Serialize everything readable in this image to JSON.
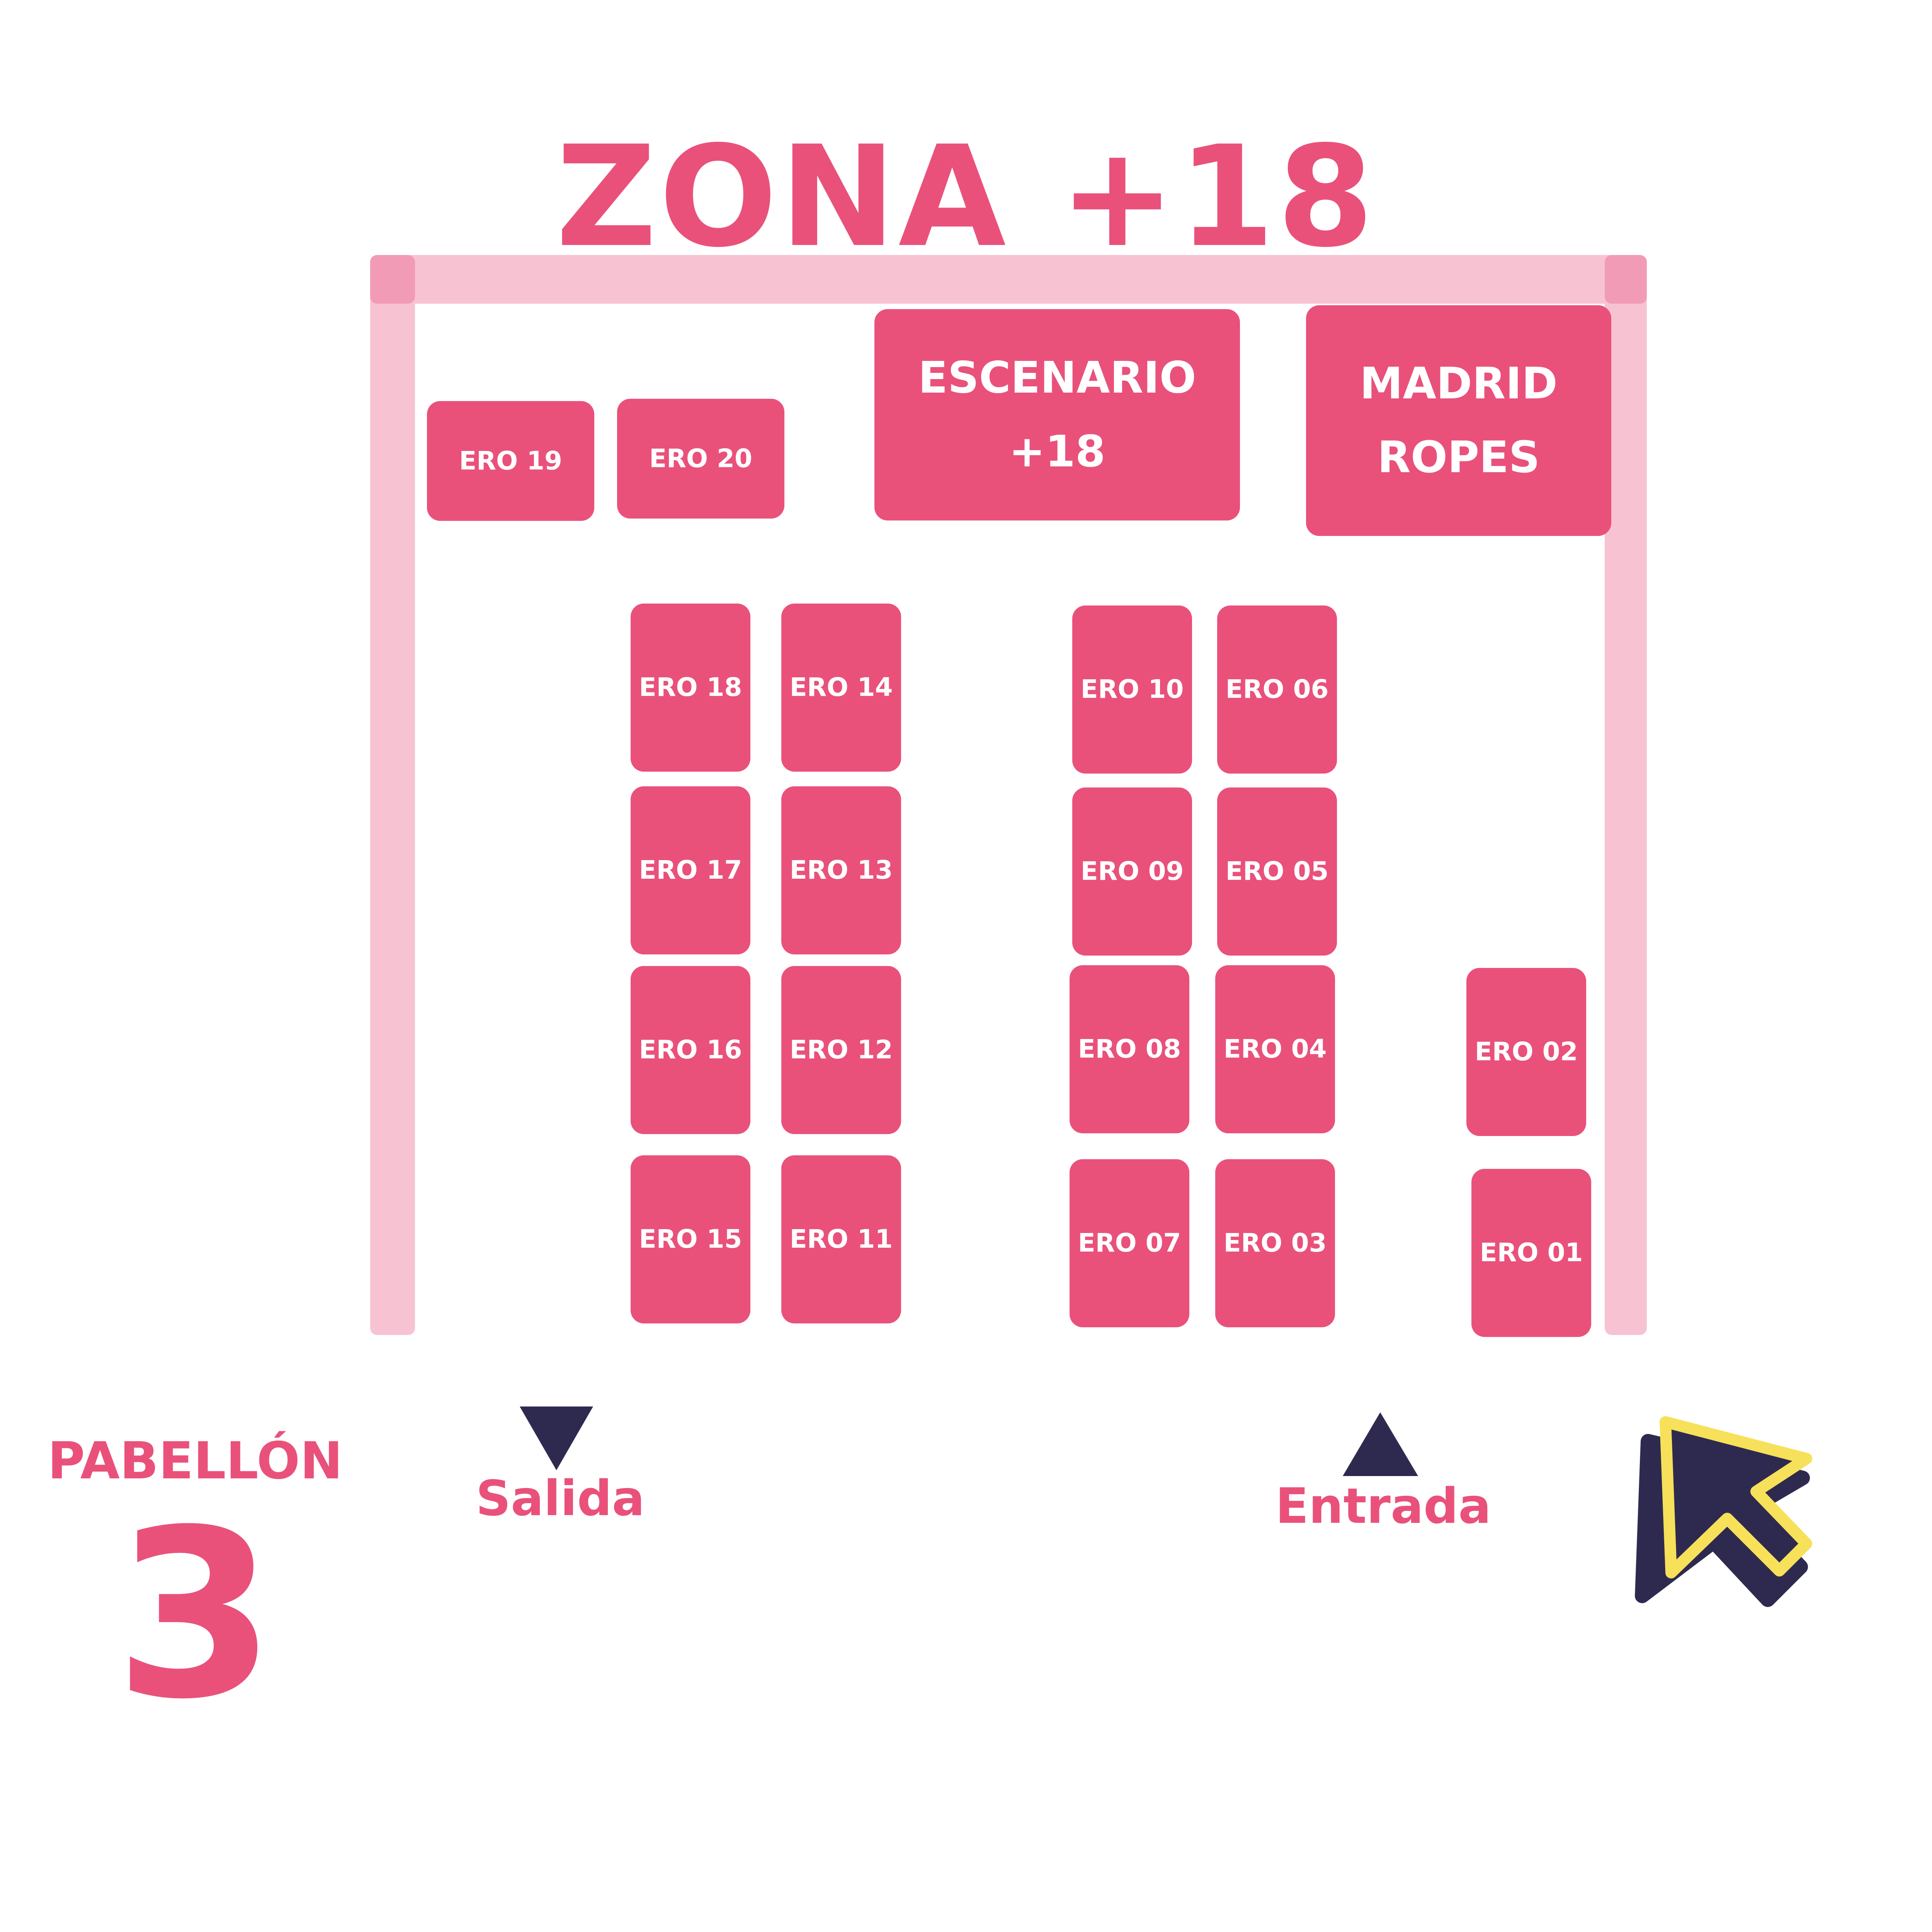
{
  "title": "ZONA +18",
  "stages": {
    "escenario": "ESCENARIO\n+18",
    "madrid_ropes": "MADRID\nROPES"
  },
  "booths": {
    "ero19": "ERO 19",
    "ero20": "ERO 20",
    "ero18": "ERO 18",
    "ero14": "ERO 14",
    "ero10": "ERO 10",
    "ero06": "ERO 06",
    "ero17": "ERO 17",
    "ero13": "ERO 13",
    "ero09": "ERO 09",
    "ero05": "ERO 05",
    "ero16": "ERO 16",
    "ero12": "ERO 12",
    "ero08": "ERO 08",
    "ero04": "ERO 04",
    "ero02": "ERO 02",
    "ero15": "ERO 15",
    "ero11": "ERO 11",
    "ero07": "ERO 07",
    "ero03": "ERO 03",
    "ero01": "ERO 01"
  },
  "pavilion": {
    "word": "PABELLÓN",
    "number": "3"
  },
  "exits": {
    "salida": "Salida",
    "entrada": "Entrada"
  },
  "icons": {
    "salida_arrow": "triangle-down-icon",
    "entrada_arrow": "triangle-up-icon",
    "cursor": "cursor-arrow-icon"
  },
  "colors": {
    "accent": "#e9517b",
    "wall": "#f7c3d3",
    "wall_corner": "#f29bb6",
    "dark": "#2e2a4f",
    "cursor_outline": "#f7e05a"
  }
}
